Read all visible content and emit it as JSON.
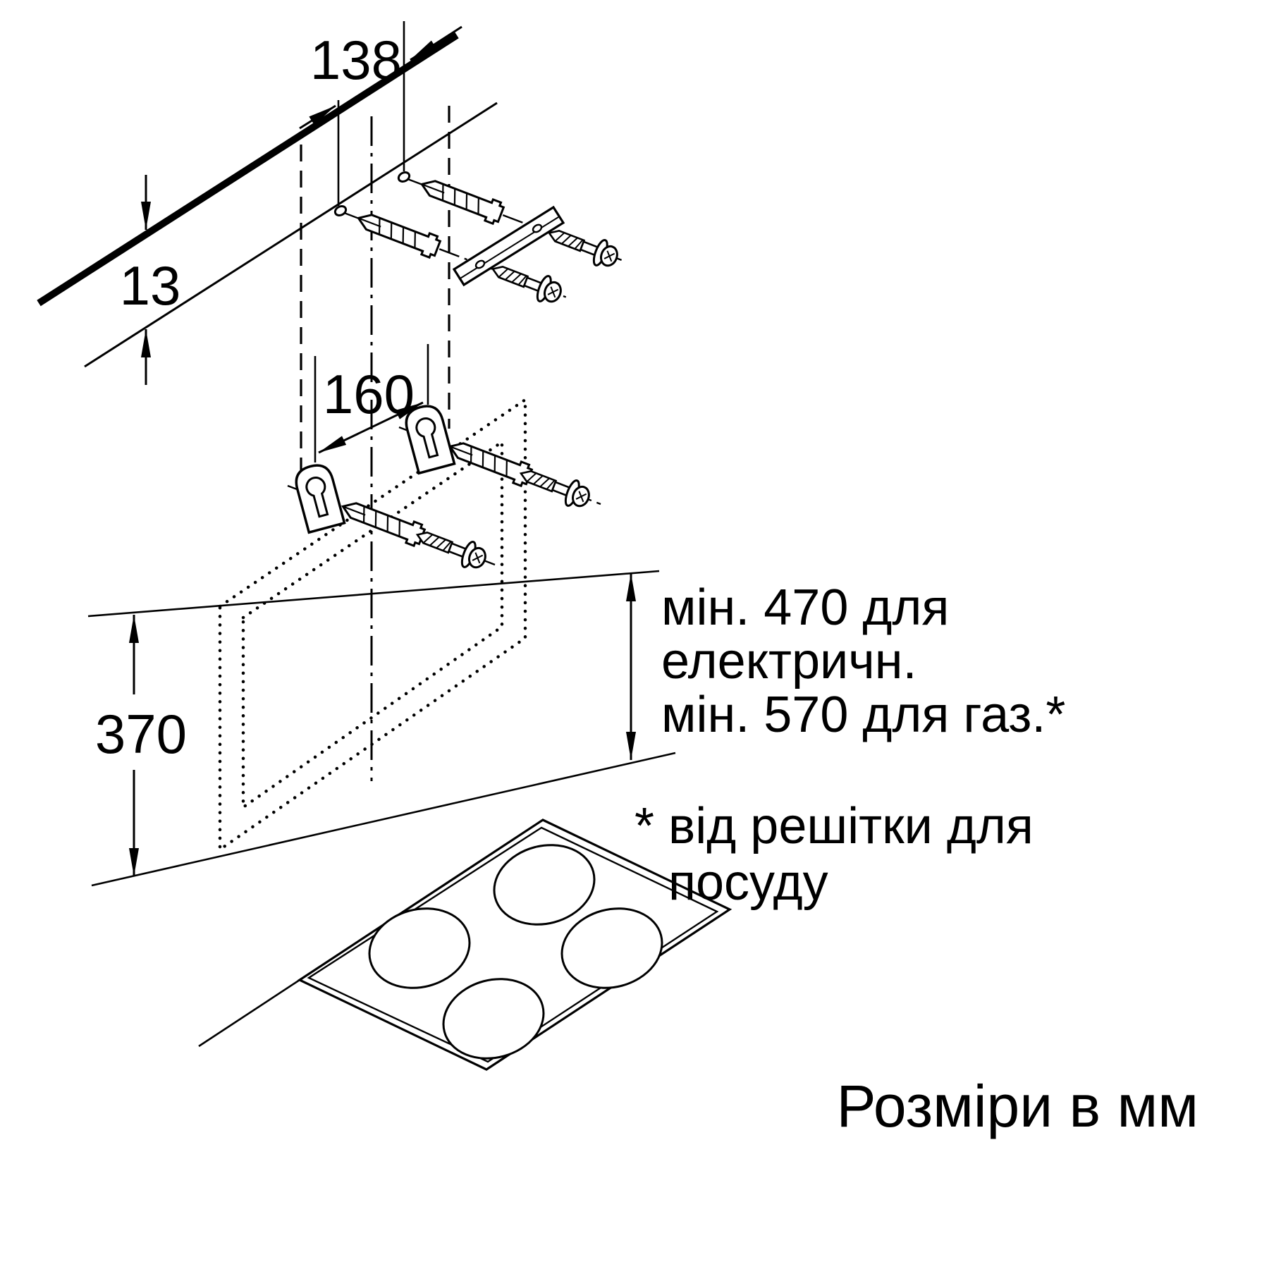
{
  "dimensions": {
    "top_hole_spacing": "138",
    "ceiling_offset": "13",
    "bracket_hole_spacing": "160",
    "panel_height": "370"
  },
  "notes": {
    "min_clearance_line1": "мін. 470 для",
    "min_clearance_line2": "електричн.",
    "min_clearance_line3": "мін. 570 для газ.*",
    "footnote_line1": "* від решітки для",
    "footnote_line2": "посуду"
  },
  "units_label": "Розміри в мм",
  "colors": {
    "ink": "#000000",
    "background": "#ffffff"
  }
}
